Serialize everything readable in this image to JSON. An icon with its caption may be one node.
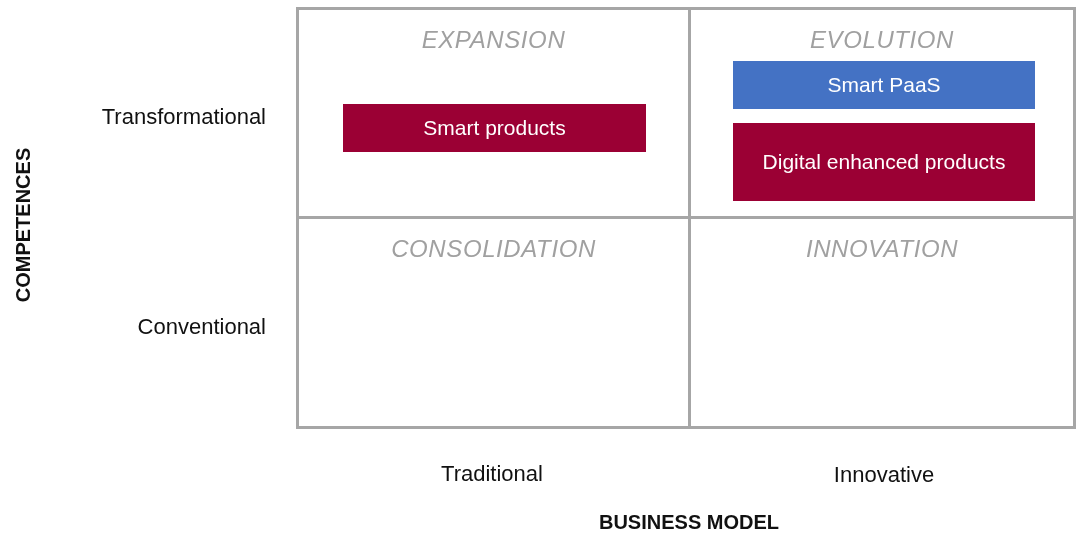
{
  "diagram": {
    "nodes": [
      {
        "text": [
          "EXPANSION"
        ]
      },
      {
        "text": [
          "Smart products"
        ],
        "in": 0
      },
      {
        "text": [
          "EVOLUTION"
        ]
      },
      {
        "text": [
          "Smart PaaS"
        ],
        "in": 2
      },
      {
        "text": [
          "Digital enhanced products"
        ],
        "in": 2
      },
      {
        "text": [
          "CONSOLIDATION"
        ]
      },
      {
        "text": [
          "INNOVATION"
        ]
      }
    ],
    "labels": [
      "Transformational",
      "Conventional",
      "COMPETENCES",
      "Traditional",
      "Innovative",
      "BUSINESS MODEL"
    ]
  }
}
